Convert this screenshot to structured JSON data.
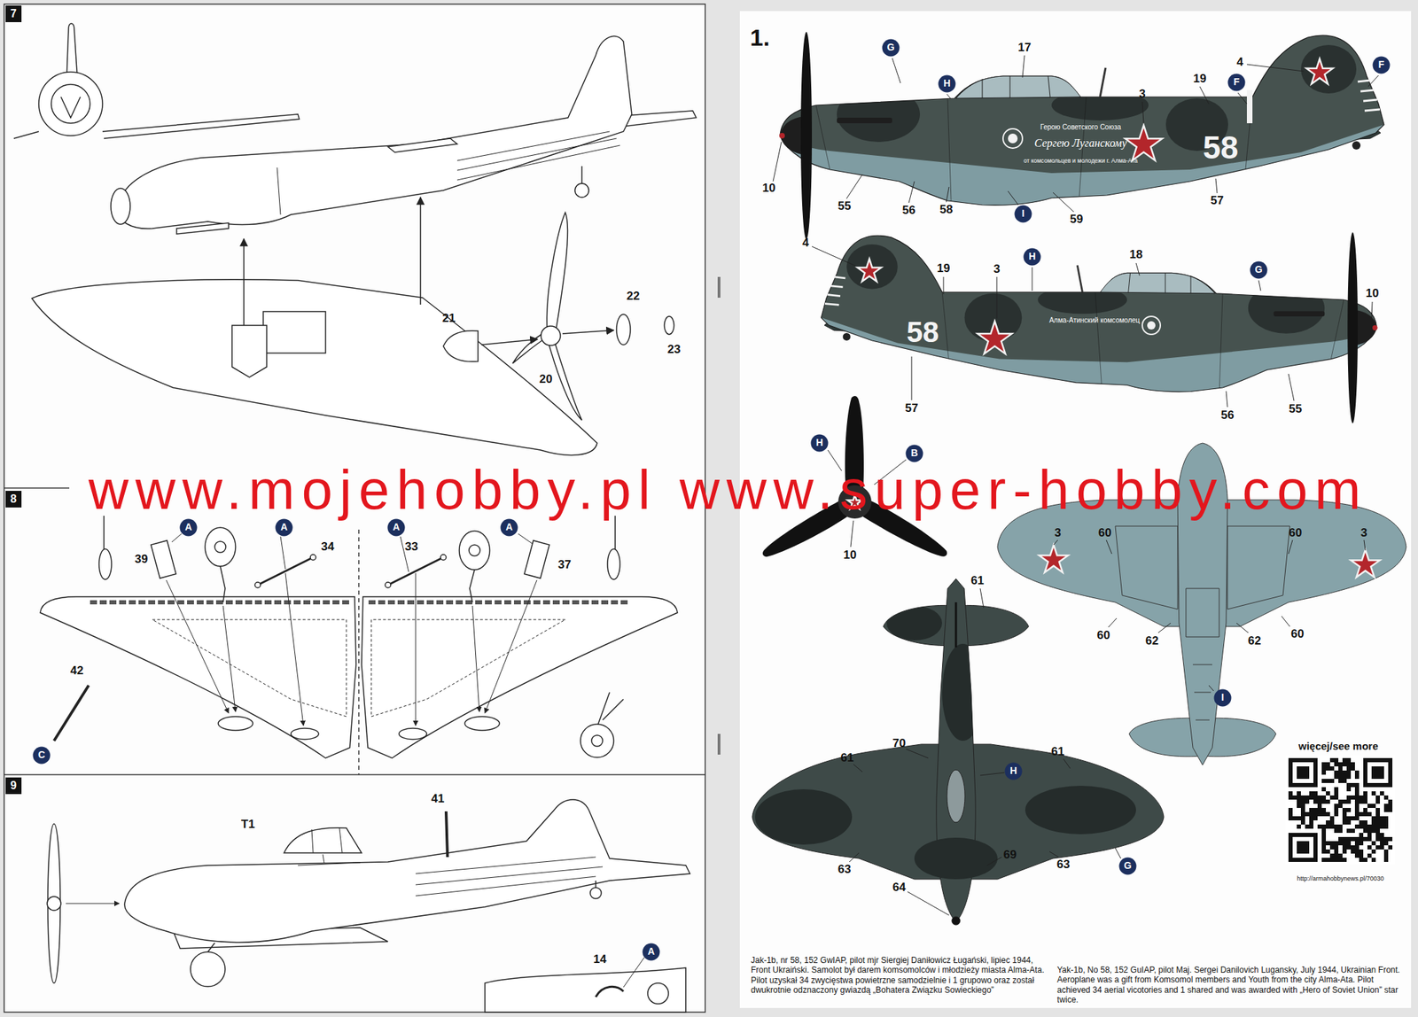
{
  "diagram": {
    "nodes": [
      {
        "text": [
          "7"
        ]
      },
      {
        "text": [
          "8"
        ]
      },
      {
        "text": [
          "A"
        ]
      },
      {
        "text": [
          "A"
        ]
      },
      {
        "text": [
          "A"
        ]
      },
      {
        "text": [
          "A"
        ]
      },
      {
        "text": [
          "C"
        ]
      },
      {
        "text": [
          "9"
        ]
      },
      {
        "text": [
          "A"
        ]
      },
      {
        "text": [
          "G"
        ]
      },
      {
        "text": [
          "H"
        ]
      },
      {
        "text": [
          "F"
        ]
      },
      {
        "text": [
          "F"
        ]
      },
      {
        "text": [
          "I"
        ]
      },
      {
        "text": [
          "H"
        ]
      },
      {
        "text": [
          "G"
        ]
      },
      {
        "text": [
          "H"
        ]
      },
      {
        "text": [
          "B"
        ]
      },
      {
        "text": [
          "I"
        ]
      },
      {
        "text": [
          "H"
        ]
      },
      {
        "text": [
          "G"
        ]
      }
    ],
    "labels": [
      "22",
      "21",
      "20",
      "23",
      "39",
      "34",
      "33",
      "37",
      "42",
      "T1",
      "41",
      "14",
      "1.",
      "17",
      "3",
      "19",
      "4",
      "10",
      "55",
      "56",
      "58",
      "59",
      "57",
      "Герою Советского Союза",
      "Сергею Луганскому",
      "от комсомольцев и молодежи г. Алма-Ата",
      "58",
      "4",
      "19",
      "3",
      "18",
      "10",
      "Алма-Атинский комсомолец",
      "58",
      "57",
      "56",
      "55",
      "www.mojehobby.pl www.super-hobby.com",
      "10",
      "3",
      "60",
      "60",
      "3",
      "60",
      "62",
      "62",
      "60",
      "61",
      "70",
      "61",
      "61",
      "63",
      "64",
      "69",
      "63",
      "więcej/see more",
      "http://armahobbynews.pl/70030",
      "Jak-1b, nr 58, 152 GwIAP, pilot mjr Siergiej Daniłowicz Ługański, lipiec 1944, Front Ukraiński. Samolot był darem komsomolców i młodzieży miasta Alma-Ata. Pilot uzyskał 34 zwycięstwa powietrzne samodzielnie i 1 grupowo oraz został dwukrotnie odznaczony gwiazdą „Bohatera Związku Sowieckiego”",
      "Yak-1b, No 58, 152 GuIAP, pilot Maj. Sergei Danilovich Lugansky, July 1944, Ukrainian Front. Aeroplane was a gift from Komsomol members and Youth from the city Alma-Ata. Pilot achieved 34 aerial vicotories and 1 shared and was awarded with „Hero of Soviet Union” star twice."
    ]
  }
}
